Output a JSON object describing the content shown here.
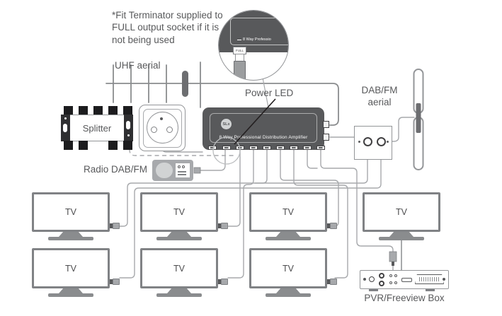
{
  "note": "*Fit Terminator supplied to FULL output socket if it is not being used",
  "labels": {
    "uhf_aerial": "UHF aerial",
    "power_led": "Power LED",
    "dab_fm_line1": "DAB/FM",
    "dab_fm_line2": "aerial",
    "splitter": "Splitter",
    "radio": "Radio DAB/FM",
    "pvr": "PVR/Freeview Box",
    "tv": "TV"
  },
  "amplifier": {
    "title": "8 Way Professional Distribution Amplifier",
    "logo": "SLx",
    "output_count": 8
  },
  "inset": {
    "panel_text": "8 Way Professio",
    "socket_label": "FULL"
  },
  "colors": {
    "panel": "#58595b",
    "line": "#a7a9ac",
    "ink": "#414042"
  }
}
